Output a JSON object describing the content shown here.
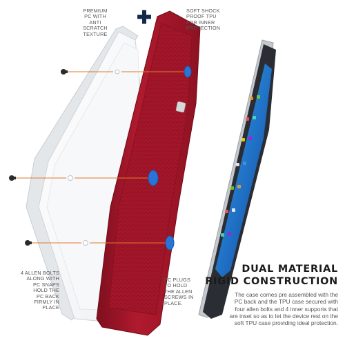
{
  "labels": {
    "premium_pc": "PREMIUM\nPC WITH\nANTI\nSCRATCH\nTEXTURE",
    "soft_shock": "SOFT SHOCK\nPROOF TPU\nFOR INNER\nPROTECTION",
    "allen_bolts": "4 ALLEN BOLTS\nALONG WITH\nPC SNAPS\nHOLD THE\nPC BACK\nFIRMLY IN\nPLACE",
    "pc_plugs": "PC PLUGS\nTO HOLD\nTHE ALLEN\nSCREWS IN\nPLACE."
  },
  "plus_symbol": "✚",
  "heading": {
    "line1": "DUAL MATERIAL",
    "line2": "RIGID CONSTRUCTION"
  },
  "description": "The case comes pre assembled with the PC back and the TPU case secured with four allen bolts and 4 inner supports that are inset so as to let the device rest on the soft TPU case providing ideal protection.",
  "colors": {
    "tpu_red": "#a3162a",
    "plug_blue": "#2a74d8",
    "bolt_line": "#e07a2e",
    "plus_navy": "#12284c",
    "device_frame": "#b9bcc2",
    "screen_blue": "#2a7fd0"
  },
  "icons": [
    "plus-icon",
    "allen-bolt-icon",
    "pc-plug-icon",
    "tablet-device-illustration"
  ]
}
